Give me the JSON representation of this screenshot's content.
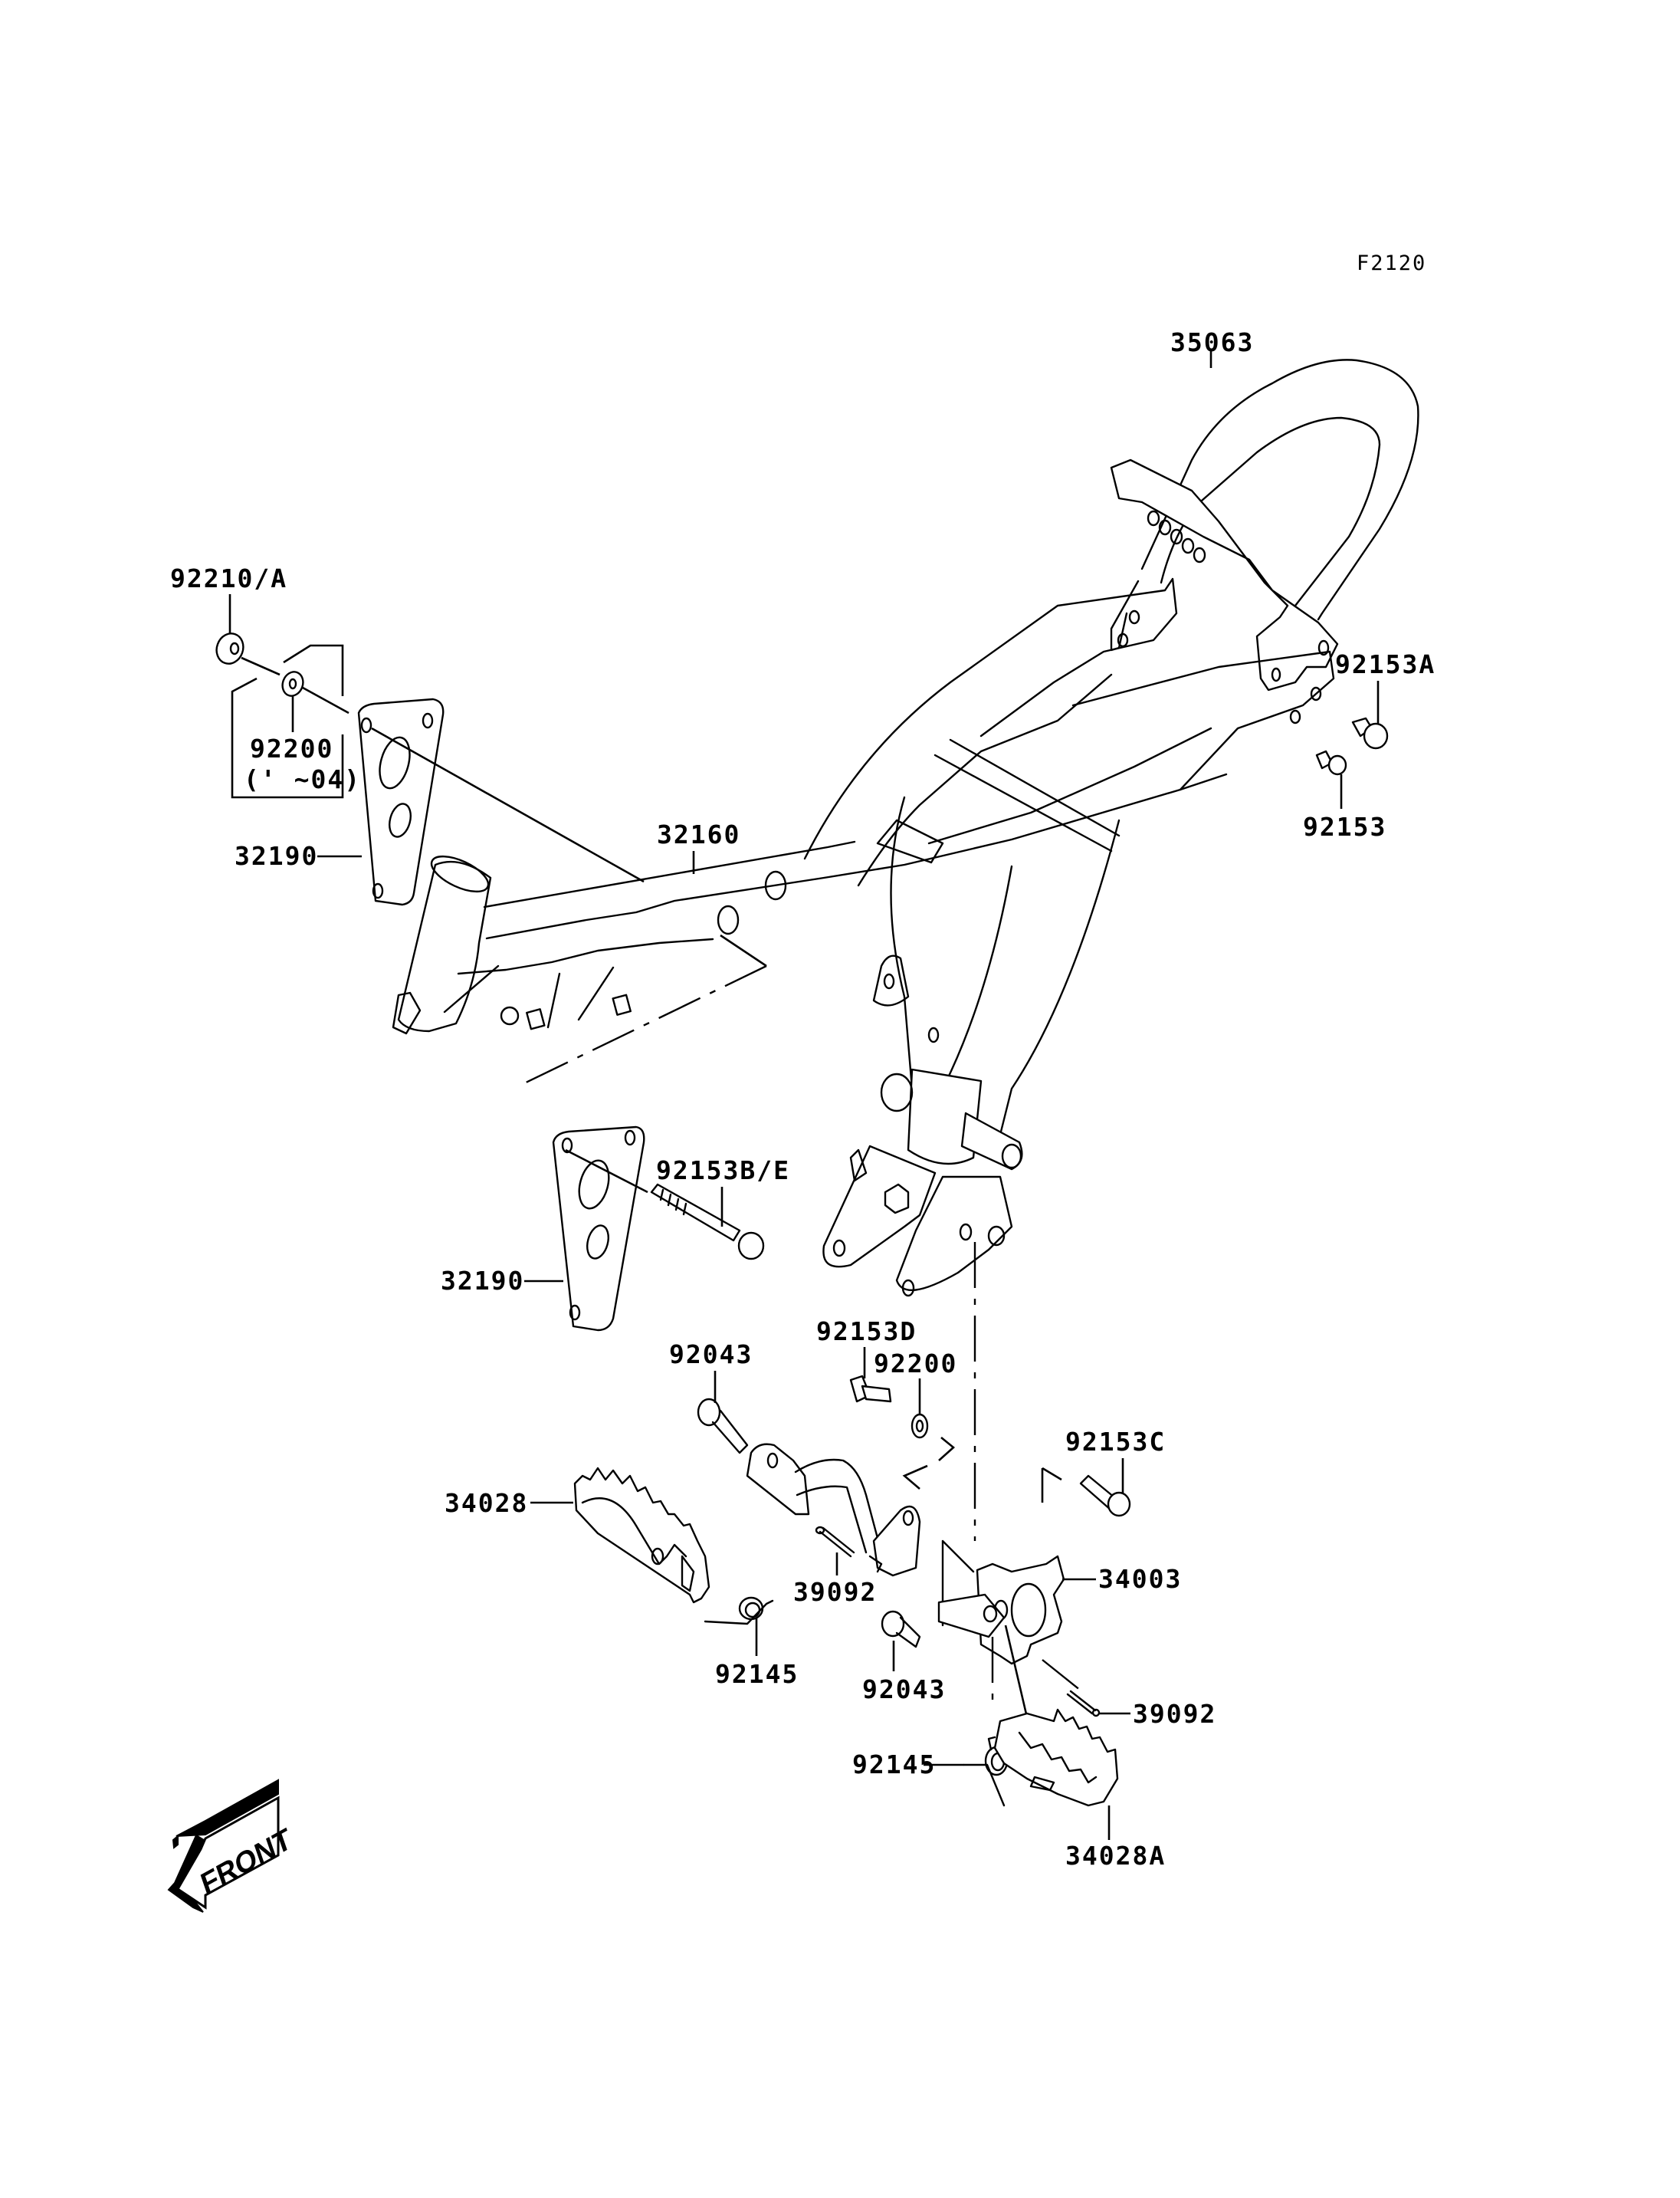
{
  "diagram": {
    "figure_code": "F2120",
    "direction_indicator": "FRONT",
    "parts": [
      {
        "id": "35063",
        "label": "35063",
        "description": "rear grab handle"
      },
      {
        "id": "92210A",
        "label": "92210/A",
        "description": "nut"
      },
      {
        "id": "92200-top",
        "label": "92200",
        "note": "(' ~04)",
        "description": "washer"
      },
      {
        "id": "32190-top",
        "label": "32190",
        "description": "upper engine bracket"
      },
      {
        "id": "32160",
        "label": "32160",
        "description": "frame"
      },
      {
        "id": "92153A",
        "label": "92153A",
        "description": "bolt"
      },
      {
        "id": "92153",
        "label": "92153",
        "description": "bolt"
      },
      {
        "id": "92153BE",
        "label": "92153B/E",
        "description": "long bolt"
      },
      {
        "id": "32190-bottom",
        "label": "32190",
        "description": "lower engine bracket"
      },
      {
        "id": "92043-top",
        "label": "92043",
        "description": "pin"
      },
      {
        "id": "92153D",
        "label": "92153D",
        "description": "bolt"
      },
      {
        "id": "92200-mid",
        "label": "92200",
        "description": "washer"
      },
      {
        "id": "92153C",
        "label": "92153C",
        "description": "bolt"
      },
      {
        "id": "34028",
        "label": "34028",
        "description": "left footrest"
      },
      {
        "id": "39092-left",
        "label": "39092",
        "description": "cotter pin"
      },
      {
        "id": "92145-left",
        "label": "92145",
        "description": "spring"
      },
      {
        "id": "92043-bottom",
        "label": "92043",
        "description": "pin"
      },
      {
        "id": "34003",
        "label": "34003",
        "description": "footrest bracket"
      },
      {
        "id": "39092-right",
        "label": "39092",
        "description": "cotter pin"
      },
      {
        "id": "92145-right",
        "label": "92145",
        "description": "spring"
      },
      {
        "id": "34028A",
        "label": "34028A",
        "description": "right footrest"
      }
    ]
  }
}
